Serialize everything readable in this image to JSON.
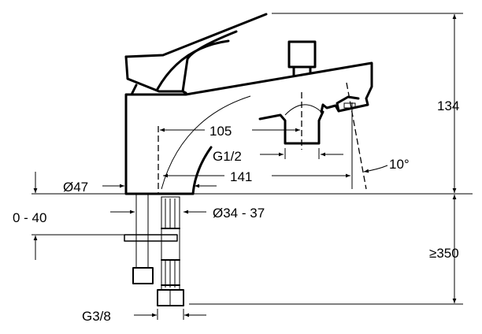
{
  "dimensions": {
    "height_total": "134",
    "spout_center": "105",
    "outlet_thread": "G1/2",
    "spout_reach": "141",
    "angle": "10°",
    "base_diameter": "Ø47",
    "hole_diameter": "Ø34 - 37",
    "deck_thickness": "0 - 40",
    "hose_length": "≥350",
    "inlet_thread": "G3/8"
  }
}
